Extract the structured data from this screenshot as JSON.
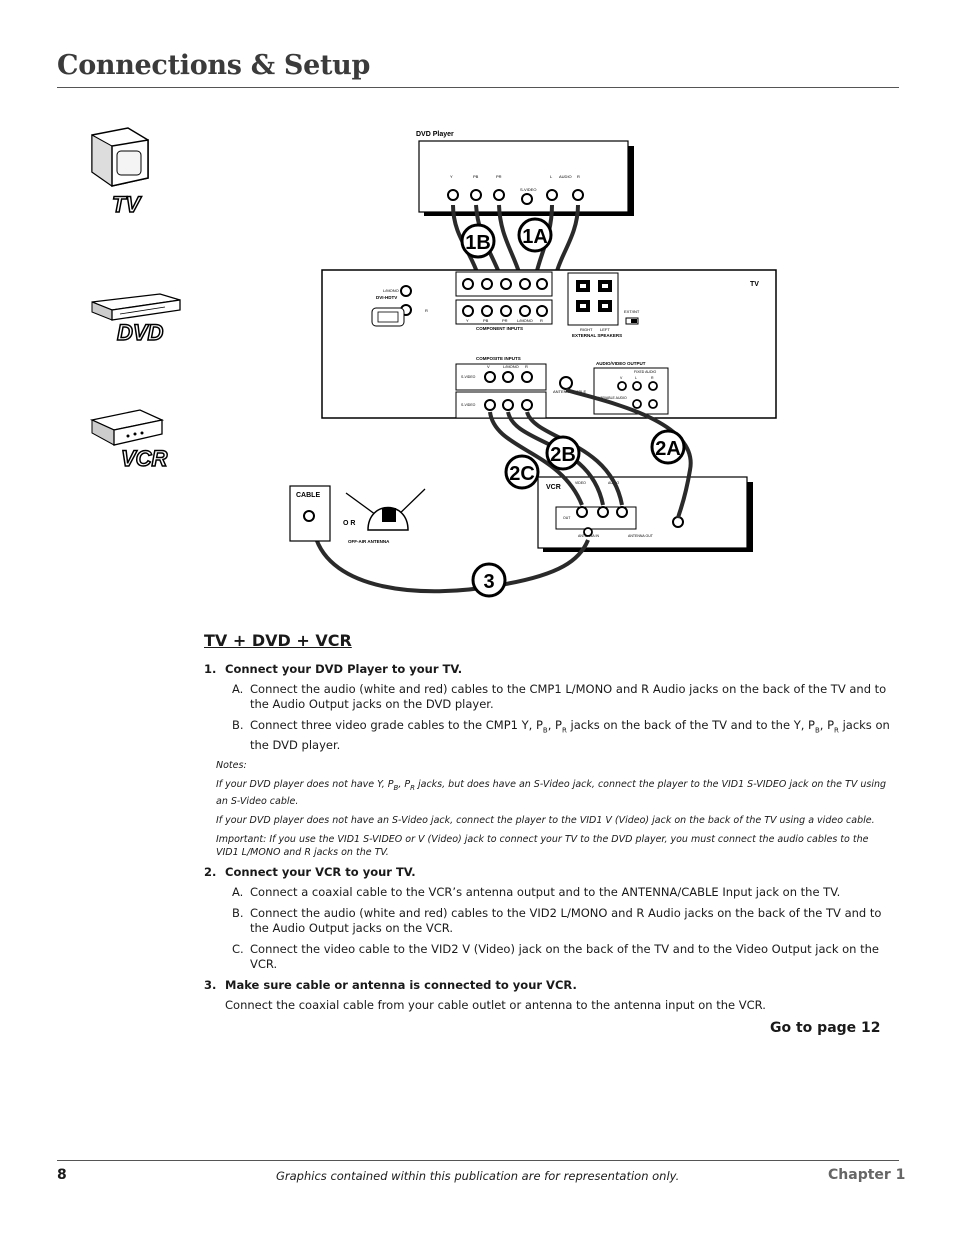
{
  "page": {
    "title": "Connections & Setup",
    "page_number": "8",
    "chapter": "Chapter 1",
    "disclaimer": "Graphics contained within this publication are for representation only.",
    "goto": "Go to page 12"
  },
  "sidebar_icons": {
    "tv": "TV",
    "dvd": "DVD",
    "vcr": "VCR"
  },
  "diagram": {
    "dvd_player_label": "DVD Player",
    "dvd_jacks": [
      "Y",
      "PB",
      "PR",
      "S-VIDEO",
      "L",
      "AUDIO",
      "R"
    ],
    "tv_label": "TV",
    "dvi_label": "DVI-HDTV",
    "dvi_lmono": "L/MONO",
    "dvi_r": "R",
    "component_inputs": "COMPONENT INPUTS",
    "component_jacks": [
      "Y",
      "PB",
      "PR",
      "L/MONO",
      "R"
    ],
    "external_speakers": "EXTERNAL SPEAKERS",
    "speaker_right": "RIGHT",
    "speaker_left": "LEFT",
    "ext_int": "EXT/INT",
    "composite_inputs": "COMPOSITE INPUTS",
    "composite_jacks": [
      "V",
      "L/MONO",
      "R"
    ],
    "s_video": "S-VIDEO",
    "antenna_cable": "ANTENNA CABLE",
    "av_output": "AUDIO/VIDEO OUTPUT",
    "fixed_audio": "FIXED AUDIO",
    "variable_audio": "VARIABLE AUDIO",
    "av_jacks": [
      "V",
      "L",
      "R"
    ],
    "vcr_label": "VCR",
    "vcr_video": "VIDEO",
    "vcr_audio": "AUDIO",
    "vcr_out": "OUT",
    "vcr_antenna_in": "ANTENNA IN",
    "vcr_antenna_out": "ANTENNA OUT",
    "cable_label": "CABLE",
    "or_label": "O R",
    "off_air_antenna": "OFF-AIR ANTENNA",
    "callouts": {
      "c1a": "1A",
      "c1b": "1B",
      "c2a": "2A",
      "c2b": "2B",
      "c2c": "2C",
      "c3": "3"
    }
  },
  "section": {
    "heading": "TV + DVD + VCR",
    "step1": {
      "num": "1.",
      "title": "Connect your DVD Player to your TV.",
      "a_letter": "A.",
      "a_text": "Connect the audio (white and red) cables to the CMP1 L/MONO and R Audio jacks on the back of the TV and to the Audio Output jacks on the DVD player.",
      "b_letter": "B.",
      "b_text_1": "Connect three video grade cables to the CMP1 Y, P",
      "b_sub_b": "B",
      "b_text_2": ", P",
      "b_sub_r": "R",
      "b_text_3": " jacks on the back of the TV and to the Y, P",
      "b_text_4": ", P",
      "b_text_5": " jacks on the DVD player.",
      "notes_label": "Notes:",
      "note1_1": "If your DVD player does not have Y, P",
      "note1_sub_b": "B",
      "note1_2": ", P",
      "note1_sub_r": "R",
      "note1_3": " jacks, but does have an S-Video jack, connect the player to the VID1 S-VIDEO jack on the TV using an S-Video cable.",
      "note2": "If your DVD player does not have an S-Video jack, connect the player to the VID1 V (Video) jack on the back of the TV using a video cable.",
      "note3": "Important: If you use the VID1 S-VIDEO or V (Video) jack to connect your TV to the DVD player, you must connect the audio cables to the VID1 L/MONO and R jacks on the TV."
    },
    "step2": {
      "num": "2.",
      "title": "Connect your VCR to your TV.",
      "a_letter": "A.",
      "a_text": "Connect a coaxial cable to the VCR’s antenna output and to the ANTENNA/CABLE Input jack on the TV.",
      "b_letter": "B.",
      "b_text": "Connect the audio (white and red) cables to the VID2 L/MONO and R Audio jacks on the back of the TV and to the Audio Output jacks on the VCR.",
      "c_letter": "C.",
      "c_text": "Connect the video cable to the VID2 V (Video) jack on the back of the TV and to the Video Output jack on the VCR."
    },
    "step3": {
      "num": "3.",
      "title": "Make sure cable or antenna is connected to your VCR.",
      "text": "Connect the coaxial cable from your cable outlet or antenna to the antenna input on the VCR."
    }
  },
  "colors": {
    "title": "#3b3b3b",
    "chapter": "#666666",
    "cable": "#2a2a2a"
  }
}
